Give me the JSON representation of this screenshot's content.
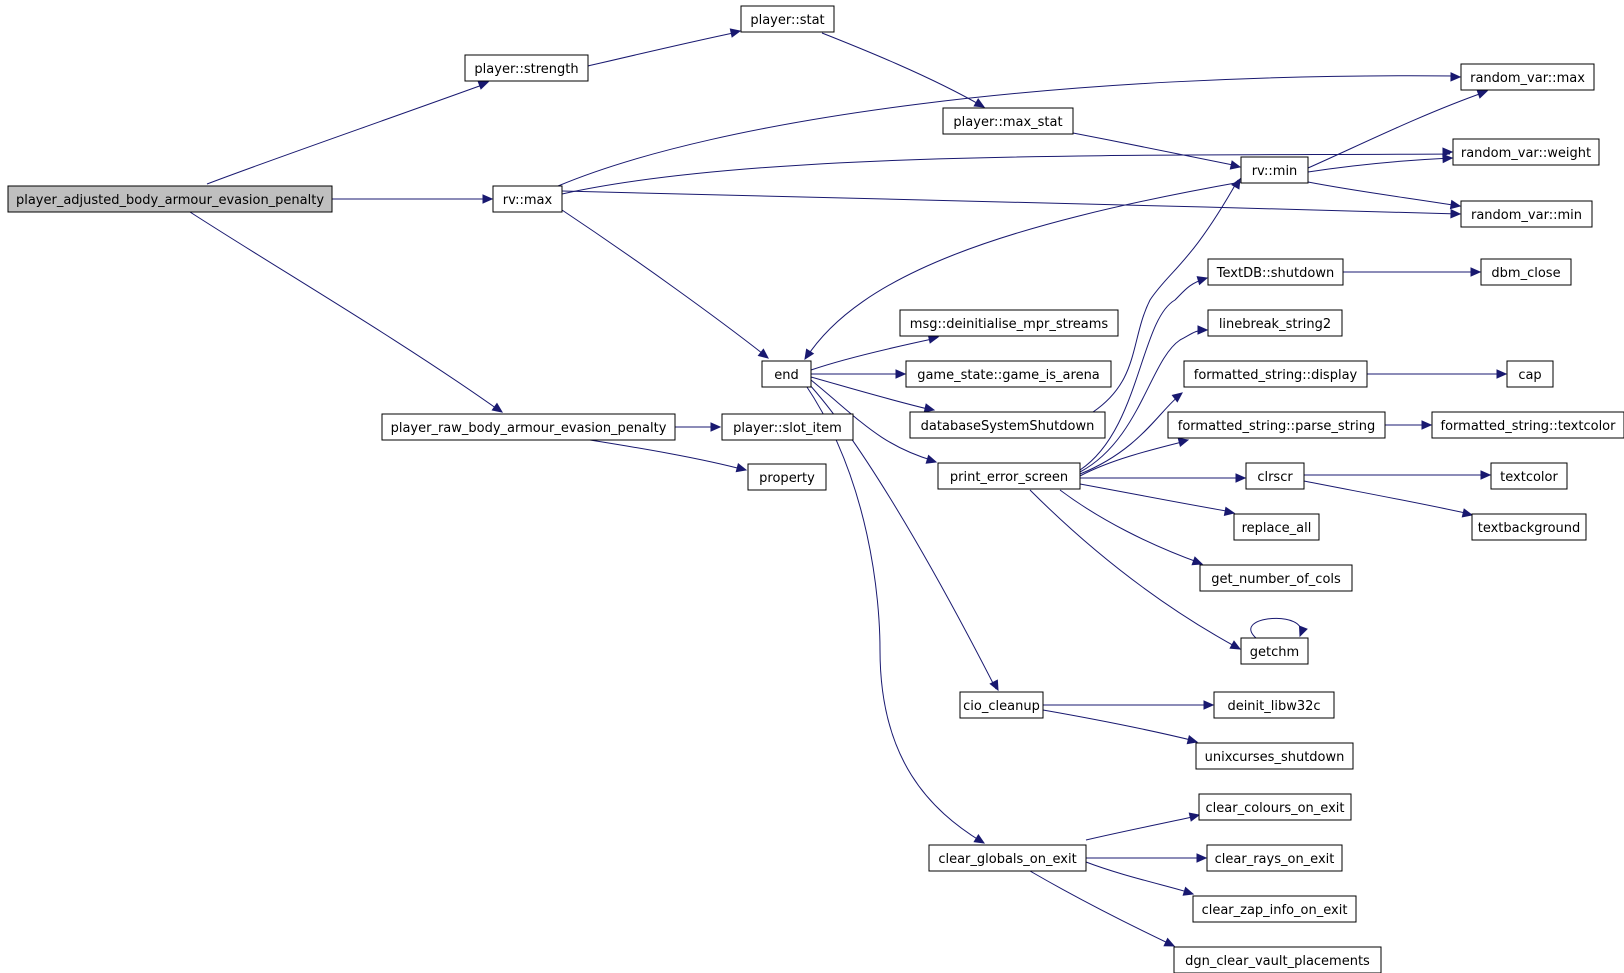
{
  "graph": {
    "colors": {
      "edge": "#191970",
      "root_fill": "#bfbfbf",
      "node_fill": "#ffffff",
      "border": "#000000"
    },
    "nodes": [
      {
        "id": "n_root",
        "label": "player_adjusted_body_armour_evasion_penalty",
        "root": true
      },
      {
        "id": "n_strength",
        "label": "player::strength"
      },
      {
        "id": "n_stat",
        "label": "player::stat"
      },
      {
        "id": "n_rvmax",
        "label": "rv::max"
      },
      {
        "id": "n_maxstat",
        "label": "player::max_stat"
      },
      {
        "id": "n_rvmin",
        "label": "rv::min"
      },
      {
        "id": "n_randmax",
        "label": "random_var::max"
      },
      {
        "id": "n_randweight",
        "label": "random_var::weight"
      },
      {
        "id": "n_randmin",
        "label": "random_var::min"
      },
      {
        "id": "n_end",
        "label": "end"
      },
      {
        "id": "n_raw",
        "label": "player_raw_body_armour_evasion_penalty"
      },
      {
        "id": "n_slot",
        "label": "player::slot_item"
      },
      {
        "id": "n_property",
        "label": "property"
      },
      {
        "id": "n_msg",
        "label": "msg::deinitialise_mpr_streams"
      },
      {
        "id": "n_arena",
        "label": "game_state::game_is_arena"
      },
      {
        "id": "n_dbshut",
        "label": "databaseSystemShutdown"
      },
      {
        "id": "n_pes",
        "label": "print_error_screen"
      },
      {
        "id": "n_cio",
        "label": "cio_cleanup"
      },
      {
        "id": "n_cgoe",
        "label": "clear_globals_on_exit"
      },
      {
        "id": "n_textdb",
        "label": "TextDB::shutdown"
      },
      {
        "id": "n_dbm",
        "label": "dbm_close"
      },
      {
        "id": "n_lb2",
        "label": "linebreak_string2"
      },
      {
        "id": "n_fsd",
        "label": "formatted_string::display"
      },
      {
        "id": "n_cap",
        "label": "cap"
      },
      {
        "id": "n_fsp",
        "label": "formatted_string::parse_string"
      },
      {
        "id": "n_fstc",
        "label": "formatted_string::textcolor"
      },
      {
        "id": "n_clrscr",
        "label": "clrscr"
      },
      {
        "id": "n_textcolor",
        "label": "textcolor"
      },
      {
        "id": "n_textbg",
        "label": "textbackground"
      },
      {
        "id": "n_replace",
        "label": "replace_all"
      },
      {
        "id": "n_gnoc",
        "label": "get_number_of_cols"
      },
      {
        "id": "n_getchm",
        "label": "getchm"
      },
      {
        "id": "n_deinit",
        "label": "deinit_libw32c"
      },
      {
        "id": "n_unix",
        "label": "unixcurses_shutdown"
      },
      {
        "id": "n_ccol",
        "label": "clear_colours_on_exit"
      },
      {
        "id": "n_crays",
        "label": "clear_rays_on_exit"
      },
      {
        "id": "n_czap",
        "label": "clear_zap_info_on_exit"
      },
      {
        "id": "n_dgn",
        "label": "dgn_clear_vault_placements"
      }
    ]
  }
}
